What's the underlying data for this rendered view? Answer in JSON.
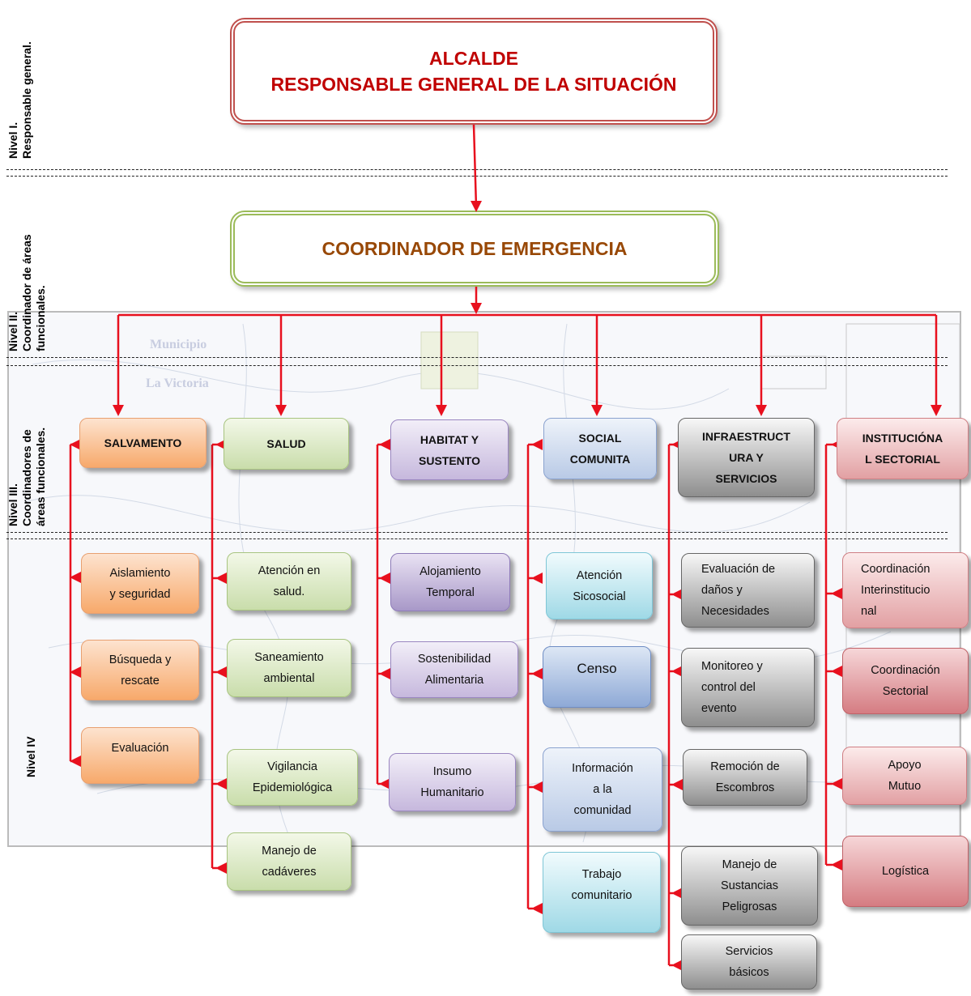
{
  "levels": {
    "nivel1": "Nivel I.\nResponsable general.",
    "nivel2": "Nivel II.\nCoordinador de áreas\nfuncionales.",
    "nivel3": "Nivel III.\nCoordinadores de\náreas funcionales.",
    "nivel4": "Nivel IV"
  },
  "top": {
    "alcalde": "ALCALDE",
    "responsable": "RESPONSABLE GENERAL DE LA SITUACIÓN",
    "coordinador": "COORDINADOR DE EMERGENCIA"
  },
  "background": {
    "municipio": "Municipio",
    "la_victoria": "La Victoria"
  },
  "colors": {
    "arrows": "#e8101e",
    "alcalde_text": "#c00000",
    "coordinador_text": "#984806",
    "alcalde_border": "#c0504d",
    "coordinador_border": "#9bbb59"
  },
  "columns": [
    {
      "header": "SALVAMENTO",
      "items": [
        "Aislamiento\ny seguridad",
        "Búsqueda y\nrescate",
        "Evaluación"
      ]
    },
    {
      "header": "SALUD",
      "items": [
        "Atención en\nsalud.",
        "Saneamiento\nambiental",
        "Vigilancia\nEpidemiológica",
        "Manejo de\ncadáveres"
      ]
    },
    {
      "header": "HABITAT Y\nSUSTENTO",
      "items": [
        "Alojamiento\nTemporal",
        "Sostenibilidad\nAlimentaria",
        "Insumo\nHumanitario"
      ]
    },
    {
      "header": "SOCIAL\nCOMUNITA",
      "items": [
        "Atención\nSicosocial",
        "Censo",
        "Información\na la\ncomunidad",
        "Trabajo\ncomunitario"
      ]
    },
    {
      "header": "INFRAESTRUCT\nURA Y\nSERVICIOS",
      "items": [
        "Evaluación de\ndaños y\nNecesidades",
        "Monitoreo y\ncontrol del\nevento",
        "Remoción de\nEscombros",
        "Manejo de\nSustancias\nPeligrosas",
        "Servicios\nbásicos"
      ]
    },
    {
      "header": "INSTITUCIÓNA\nL SECTORIAL",
      "items": [
        "Coordinación\nInterinstitucio\nnal",
        "Coordinación\nSectorial",
        "Apoyo\nMutuo",
        "Logística"
      ]
    }
  ]
}
